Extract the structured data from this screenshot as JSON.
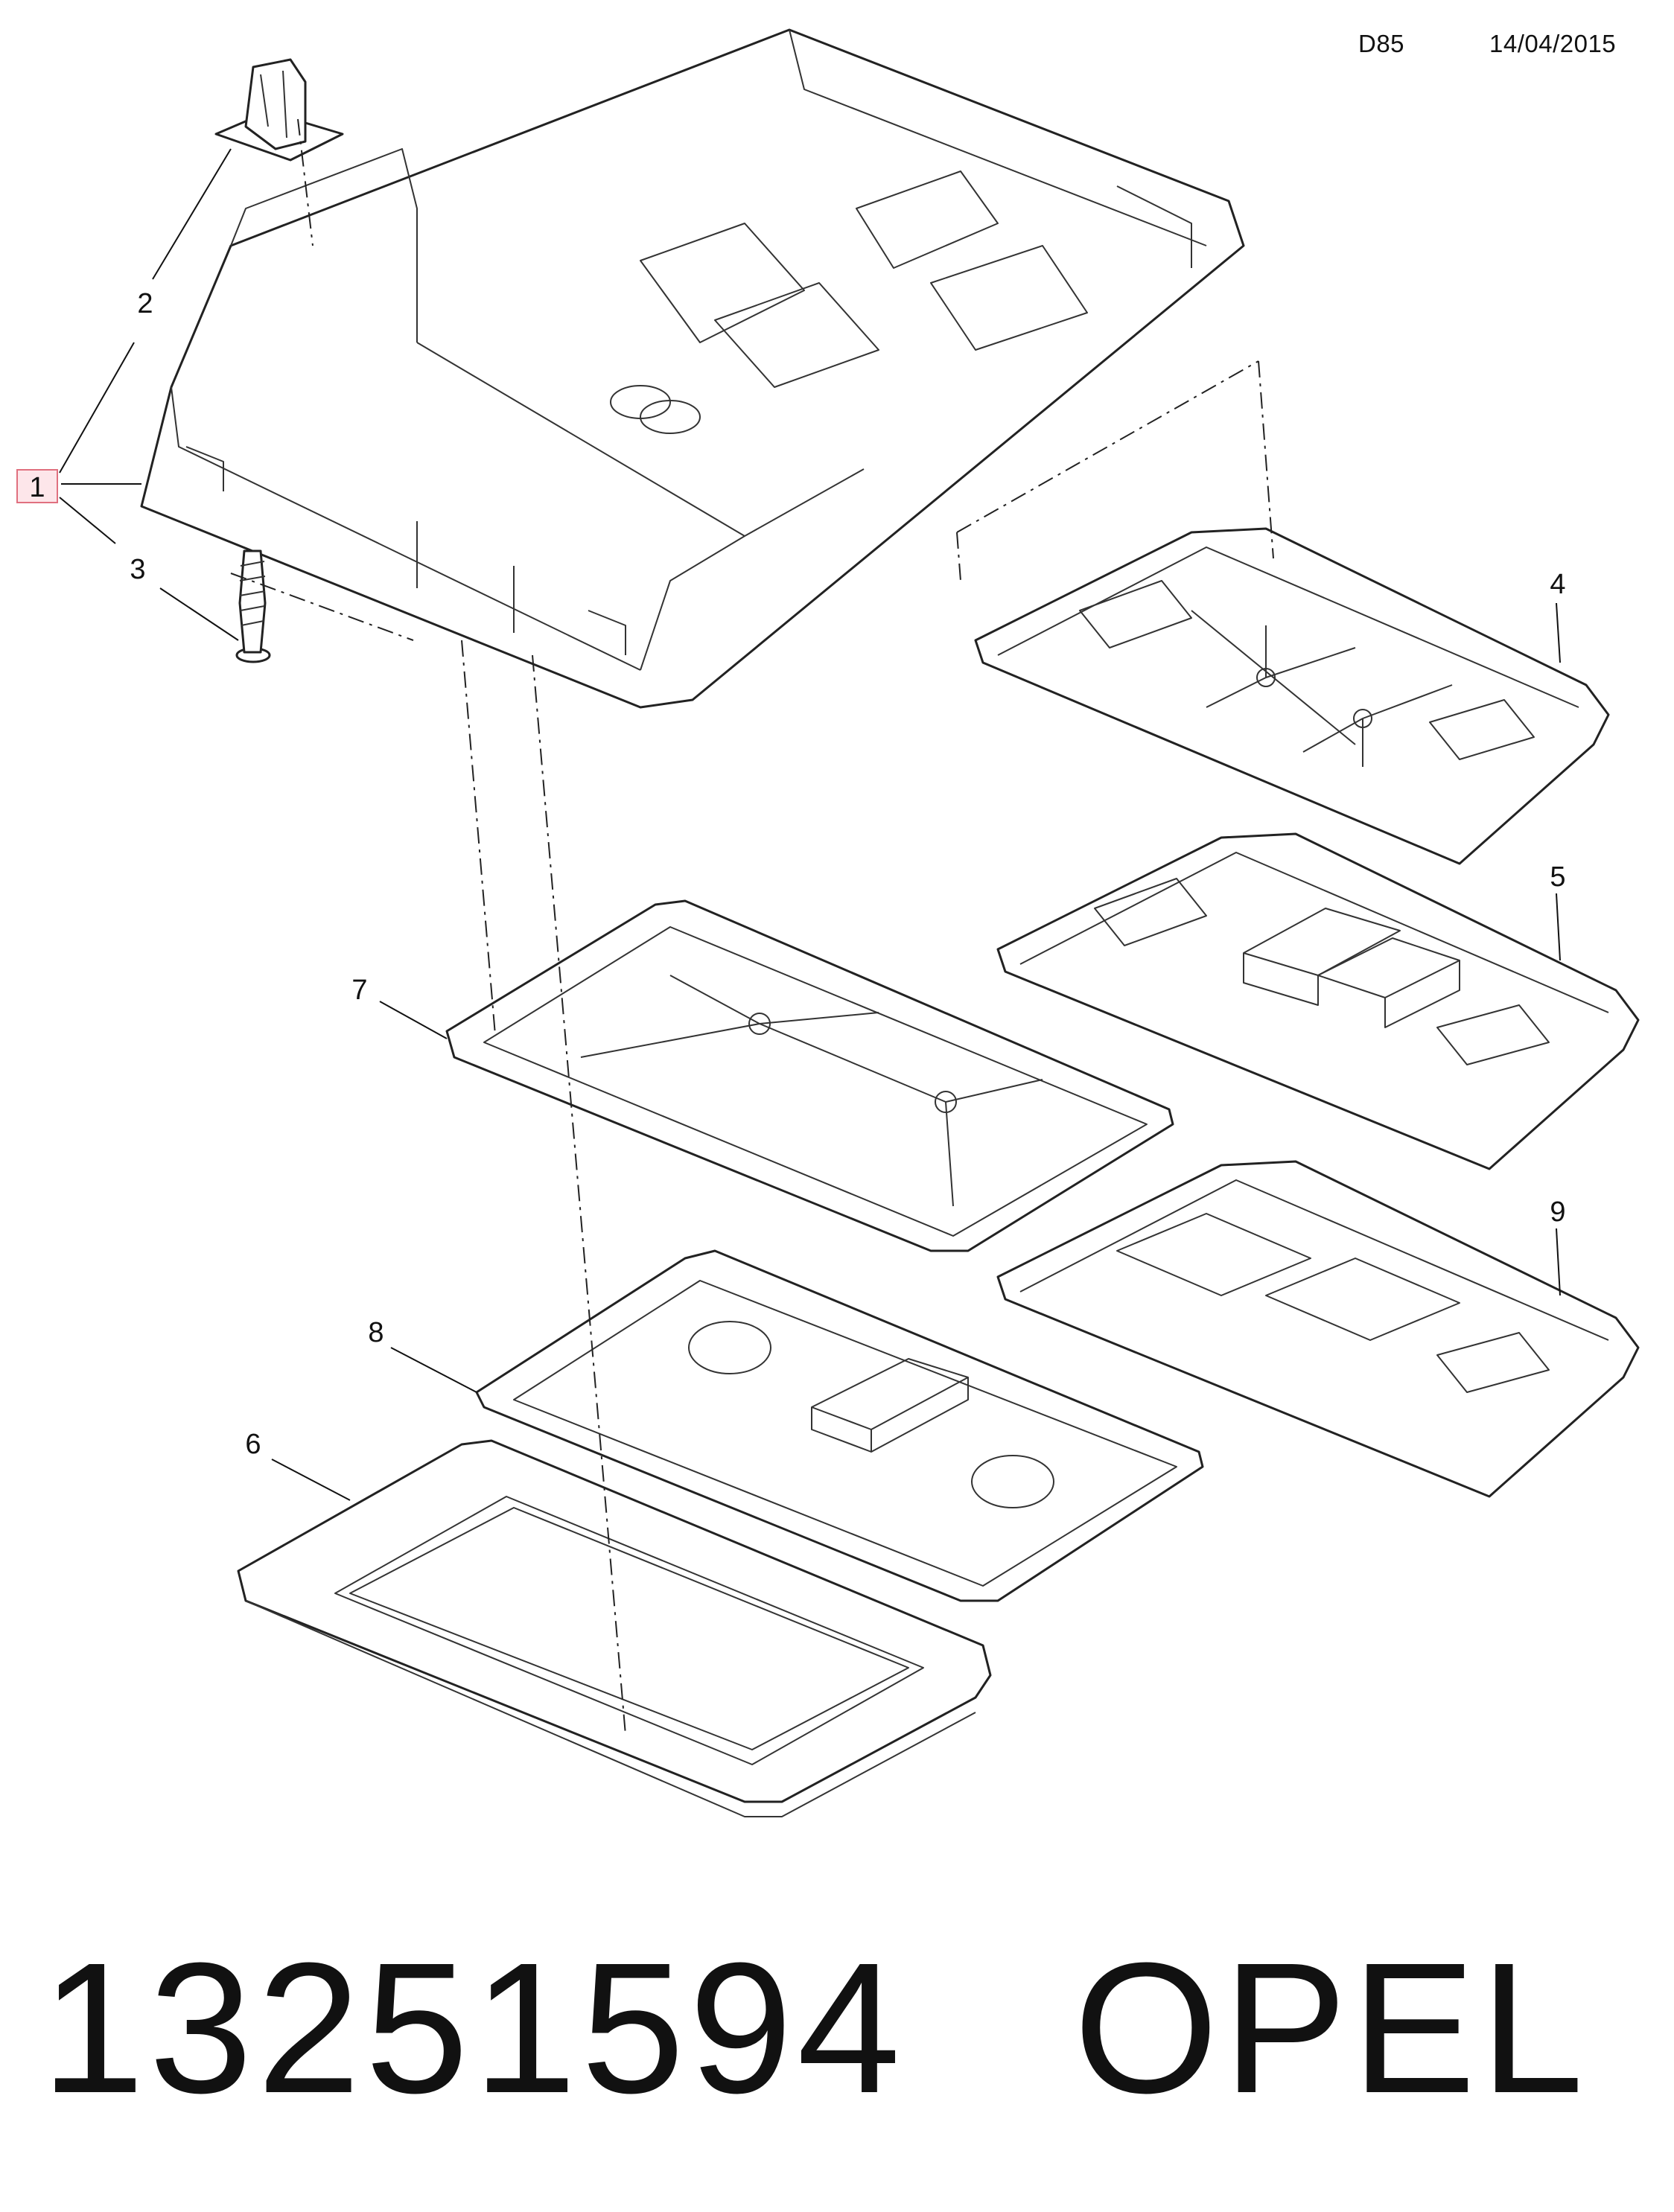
{
  "header": {
    "code": "D85",
    "date": "14/04/2015"
  },
  "callouts": {
    "c1": "1",
    "c2": "2",
    "c3": "3",
    "c4": "4",
    "c5": "5",
    "c6": "6",
    "c7": "7",
    "c8": "8",
    "c9": "9"
  },
  "footer": {
    "part_number": "13251594",
    "brand": "OPEL"
  },
  "colors": {
    "line": "#222222",
    "highlight_fill": "#fde6ea",
    "highlight_border": "#e0707f"
  }
}
